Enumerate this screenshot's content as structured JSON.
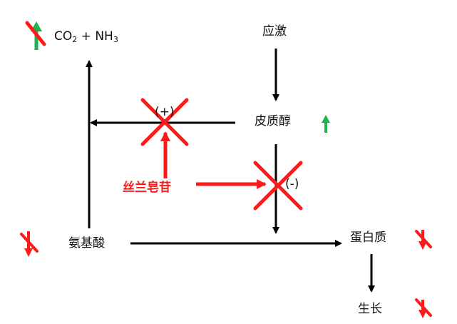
{
  "nodes": {
    "stress": "应激",
    "cortisol": "皮质醇",
    "ginsenoside": "丝兰皂苷",
    "amino_acid": "氨基酸",
    "protein": "蛋白质",
    "growth": "生长"
  },
  "formula": {
    "co2_base": "CO",
    "co2_sub": "2",
    "plus": "+",
    "nh3_base": "NH",
    "nh3_sub": "3"
  },
  "signs": {
    "positive": "(+)",
    "negative": "(-)"
  },
  "colors": {
    "arrow": "#000000",
    "inhibit": "#ff1a1a",
    "up_arrow": "#22b14c"
  }
}
